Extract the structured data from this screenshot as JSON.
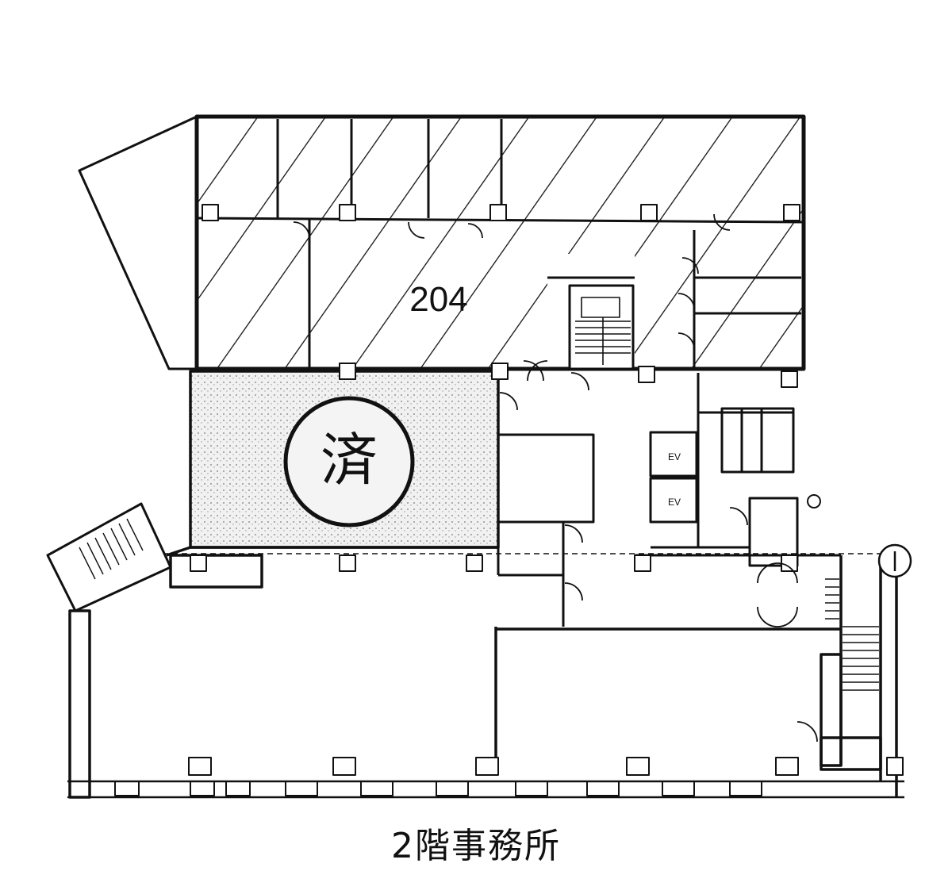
{
  "plan": {
    "unit_label": "204",
    "stamp_char": "済",
    "caption": "2階事務所",
    "room_labels": {
      "ev1": "EV",
      "ev2": "EV"
    }
  },
  "colors": {
    "ink": "#111111",
    "paper": "#ffffff",
    "stipple": "#f1f1f1"
  }
}
